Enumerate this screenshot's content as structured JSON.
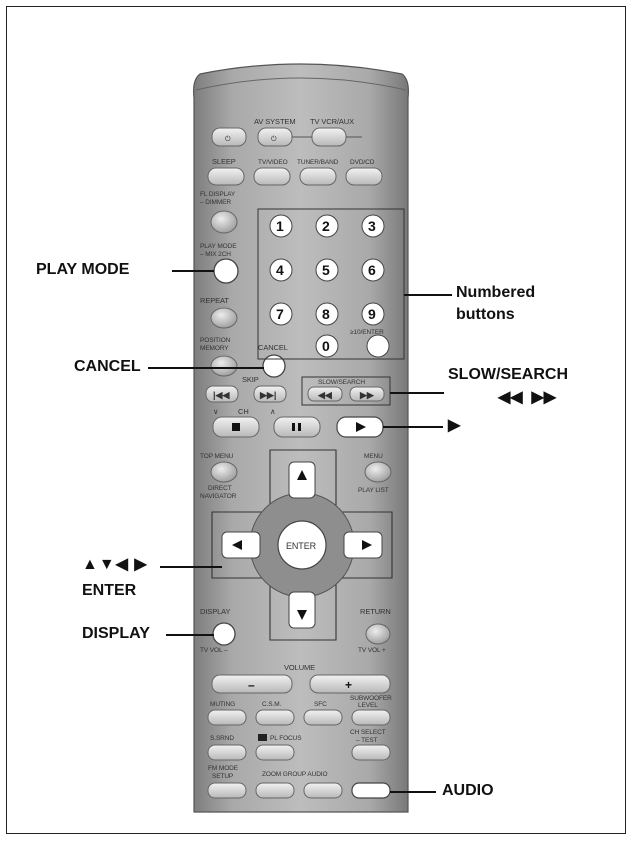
{
  "callouts": {
    "play_mode": "PLAY MODE",
    "cancel": "CANCEL",
    "arrows": "▲▼◀ ▶",
    "enter": "ENTER",
    "display": "DISPLAY",
    "numbered_line1": "Numbered",
    "numbered_line2": "buttons",
    "slow_search": "SLOW/SEARCH",
    "slow_search_arrows": "◀◀  ▶▶",
    "play": "▶",
    "audio": "AUDIO"
  },
  "remote": {
    "row1": [
      "AV SYSTEM",
      "TV VCR/AUX"
    ],
    "row2": [
      "SLEEP",
      "TV/VIDEO",
      "TUNER/BAND",
      "DVD/CD"
    ],
    "fl_display": "FL DISPLAY",
    "dimmer": "– DIMMER",
    "play_mode_l1": "PLAY MODE",
    "play_mode_l2": "– MIX 2CH",
    "repeat": "REPEAT",
    "position": "POSITION",
    "memory": "MEMORY",
    "cancel": "CANCEL",
    "digits": [
      "1",
      "2",
      "3",
      "4",
      "5",
      "6",
      "7",
      "8",
      "9",
      "0"
    ],
    "ten_enter": "≥10/ENTER",
    "skip": "SKIP",
    "ch": "CH",
    "slow_search": "SLOW/SEARCH",
    "top_menu": "TOP MENU",
    "menu": "MENU",
    "direct": "DIRECT",
    "navigator": "NAVIGATOR",
    "play_list": "PLAY LIST",
    "enter": "ENTER",
    "display": "DISPLAY",
    "return": "RETURN",
    "tv_vol_minus": "TV VOL –",
    "tv_vol_plus": "TV VOL +",
    "volume": "VOLUME",
    "minus": "–",
    "plus": "+",
    "row_m1": [
      "MUTING",
      "C.S.M.",
      "SFC",
      "SUBWOOFER"
    ],
    "level": "LEVEL",
    "s_srnd": "S.SRND",
    "pl_focus": "PL FOCUS",
    "ch_select": "CH SELECT",
    "test": "– TEST",
    "fm_mode": "FM MODE",
    "setup": "SETUP",
    "zoom_row": "ZOOM GROUP AUDIO"
  }
}
